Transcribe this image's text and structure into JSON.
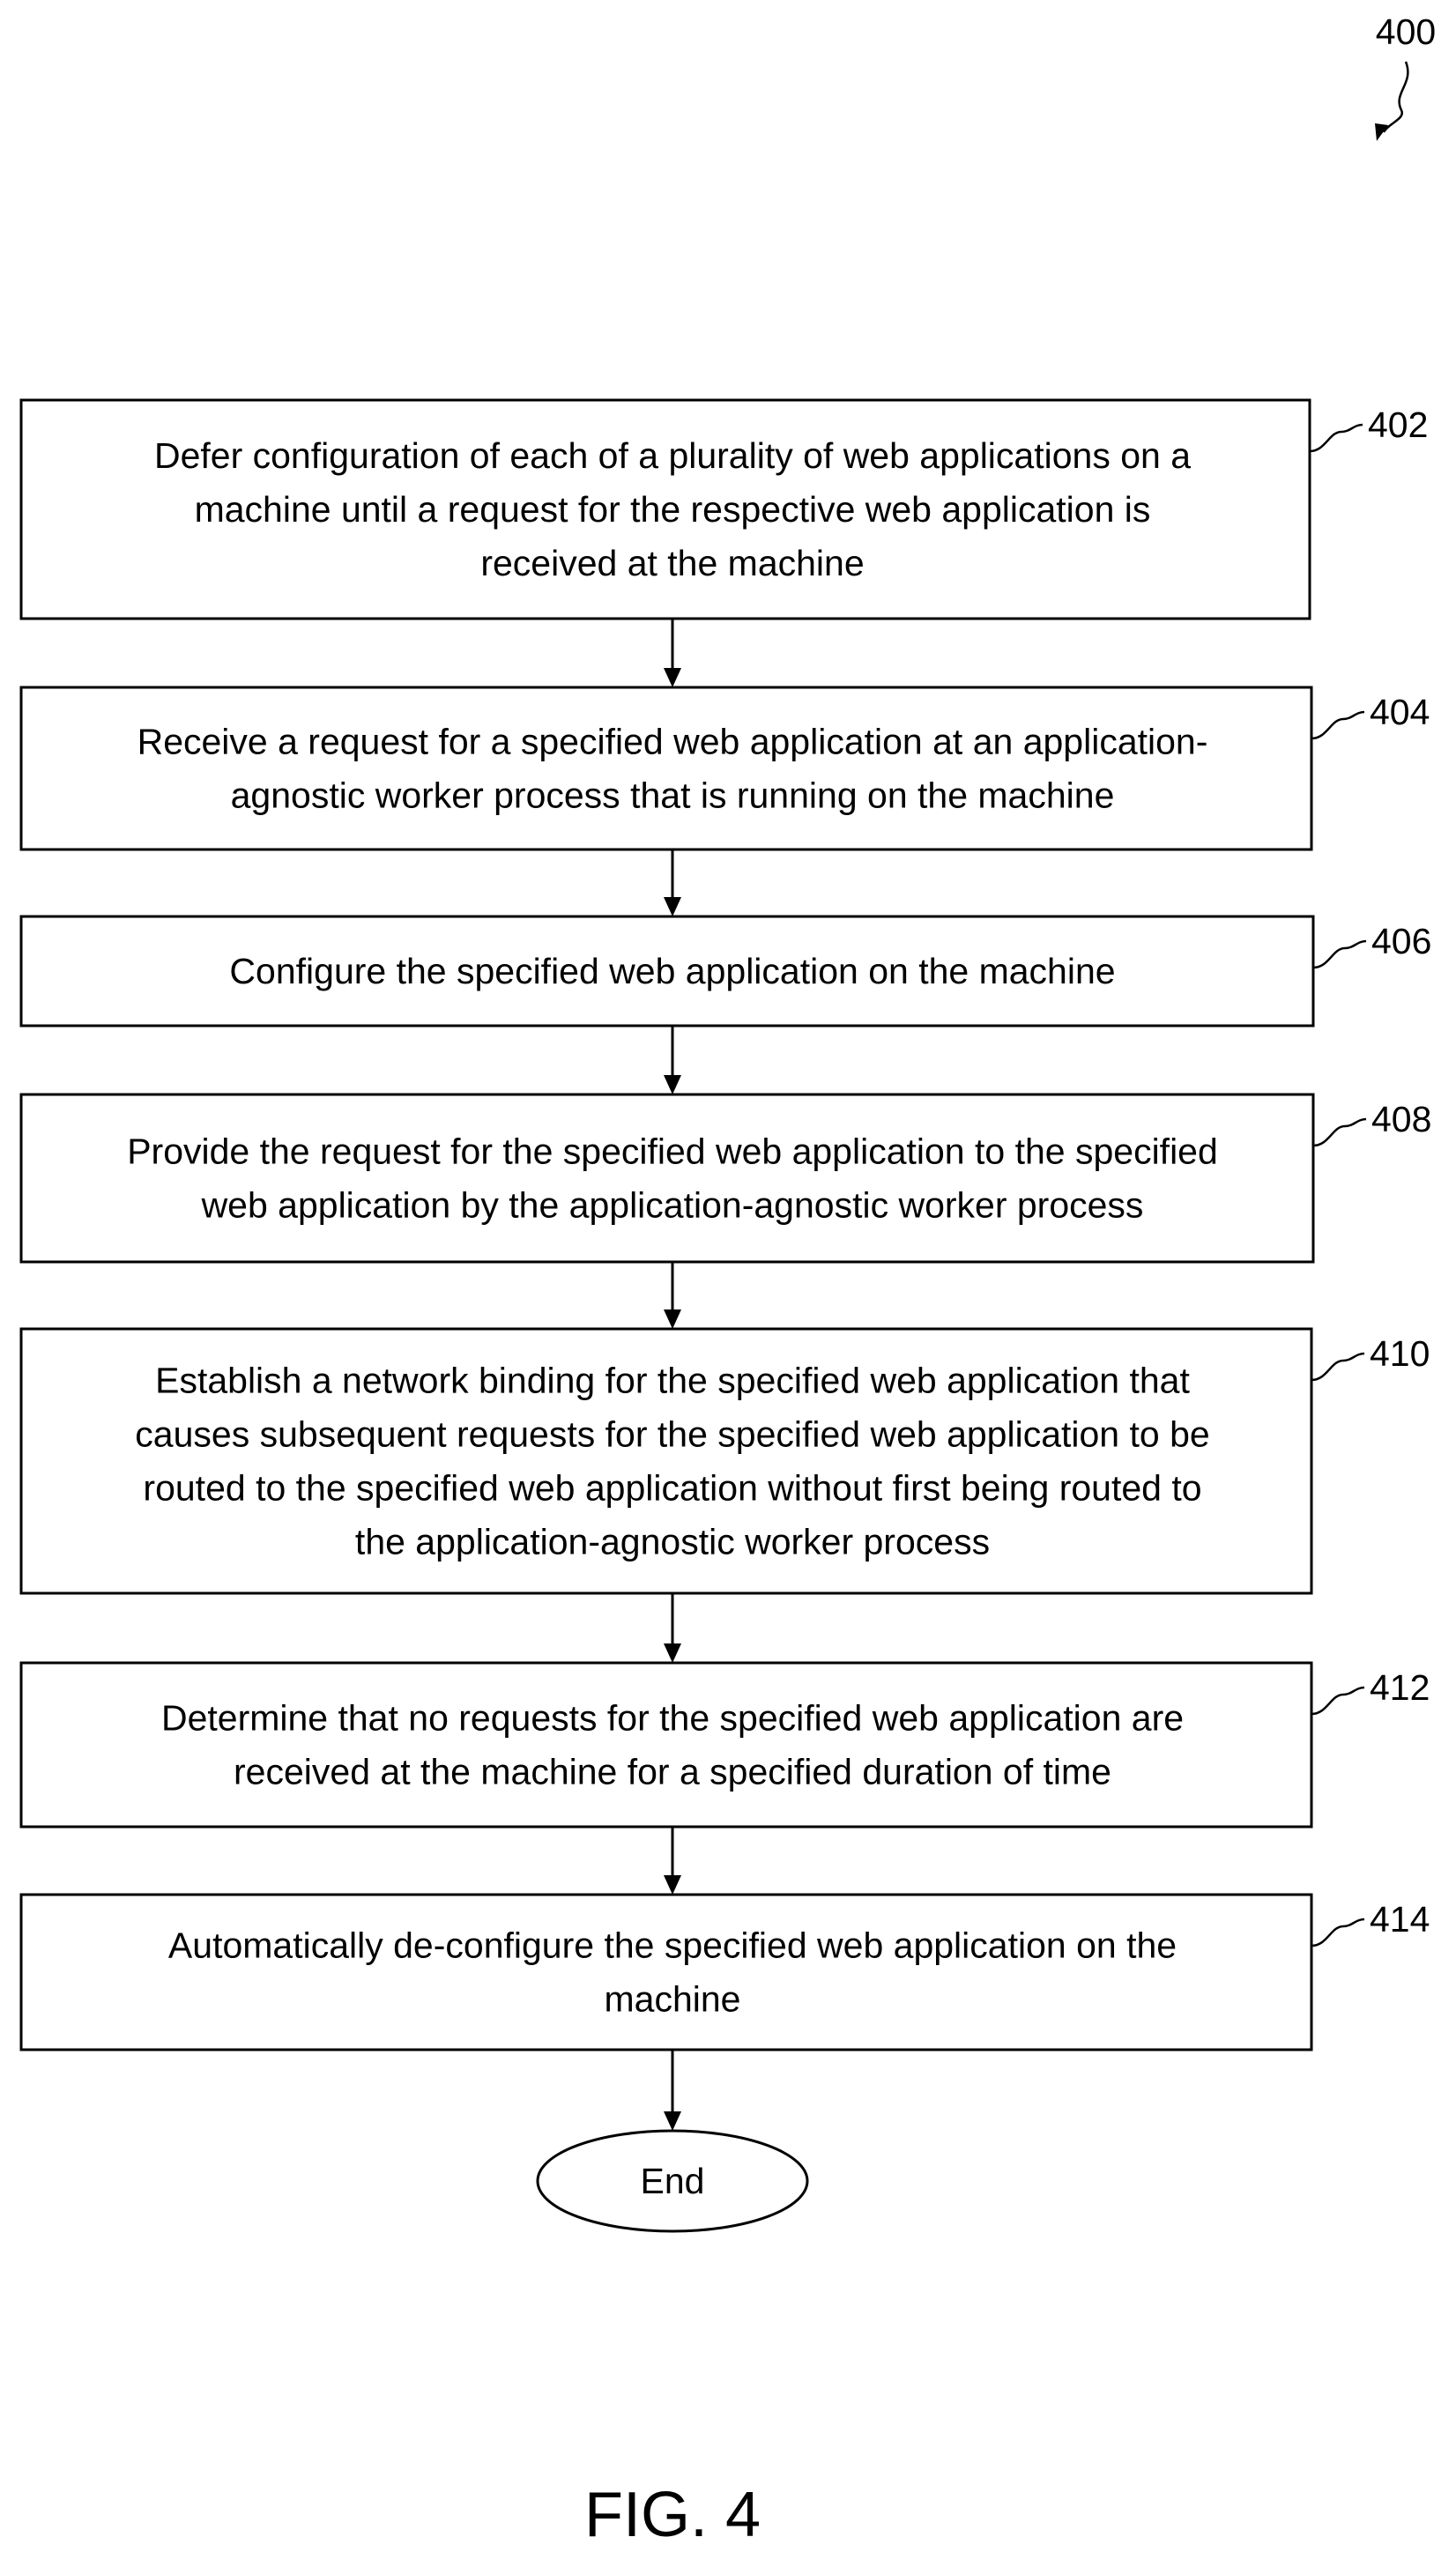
{
  "figure": {
    "ref": "400",
    "caption": "FIG. 4"
  },
  "steps": [
    {
      "ref": "402",
      "lines": [
        "Defer configuration of each of a plurality of web applications on a",
        "machine until a request for the respective web application is",
        "received at the machine"
      ]
    },
    {
      "ref": "404",
      "lines": [
        "Receive a request for a specified web application at an application-",
        "agnostic worker process that is running on the machine"
      ]
    },
    {
      "ref": "406",
      "lines": [
        "Configure the specified web application on the machine"
      ]
    },
    {
      "ref": "408",
      "lines": [
        "Provide the request for the specified web application to the specified",
        "web application by the application-agnostic worker process"
      ]
    },
    {
      "ref": "410",
      "lines": [
        "Establish a network binding for the specified web application that",
        "causes subsequent requests for the specified web application to be",
        "routed to the specified web application without first being routed to",
        "the application-agnostic worker process"
      ]
    },
    {
      "ref": "412",
      "lines": [
        "Determine that no requests for the specified web application are",
        "received at the machine for a specified duration of time"
      ]
    },
    {
      "ref": "414",
      "lines": [
        "Automatically de-configure the specified web application on the",
        "machine"
      ]
    }
  ],
  "end": {
    "label": "End"
  }
}
